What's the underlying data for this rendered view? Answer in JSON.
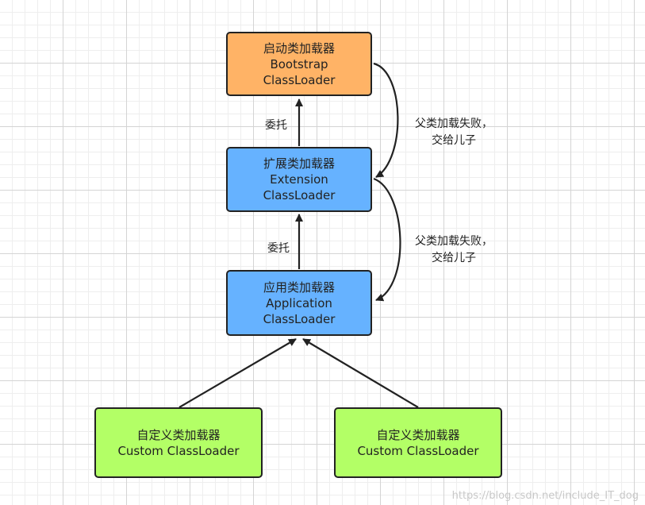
{
  "nodes": {
    "bootstrap": {
      "line1": "启动类加载器",
      "line2": "Bootstrap",
      "line3": "ClassLoader",
      "color": "#ffb366"
    },
    "extension": {
      "line1": "扩展类加载器",
      "line2": "Extension",
      "line3": "ClassLoader",
      "color": "#66b2ff"
    },
    "application": {
      "line1": "应用类加载器",
      "line2": "Application",
      "line3": "ClassLoader",
      "color": "#66b2ff"
    },
    "custom_left": {
      "line1": "自定义类加载器",
      "line2": "Custom ClassLoader",
      "color": "#b3ff66"
    },
    "custom_right": {
      "line1": "自定义类加载器",
      "line2": "Custom ClassLoader",
      "color": "#b3ff66"
    }
  },
  "labels": {
    "delegate_top": "委托",
    "delegate_bottom": "委托",
    "fallback_top": {
      "line1": "父类加载失败，",
      "line2": "交给儿子"
    },
    "fallback_bottom": {
      "line1": "父类加载失败，",
      "line2": "交给儿子"
    }
  },
  "watermark": "https://blog.csdn.net/include_IT_dog"
}
